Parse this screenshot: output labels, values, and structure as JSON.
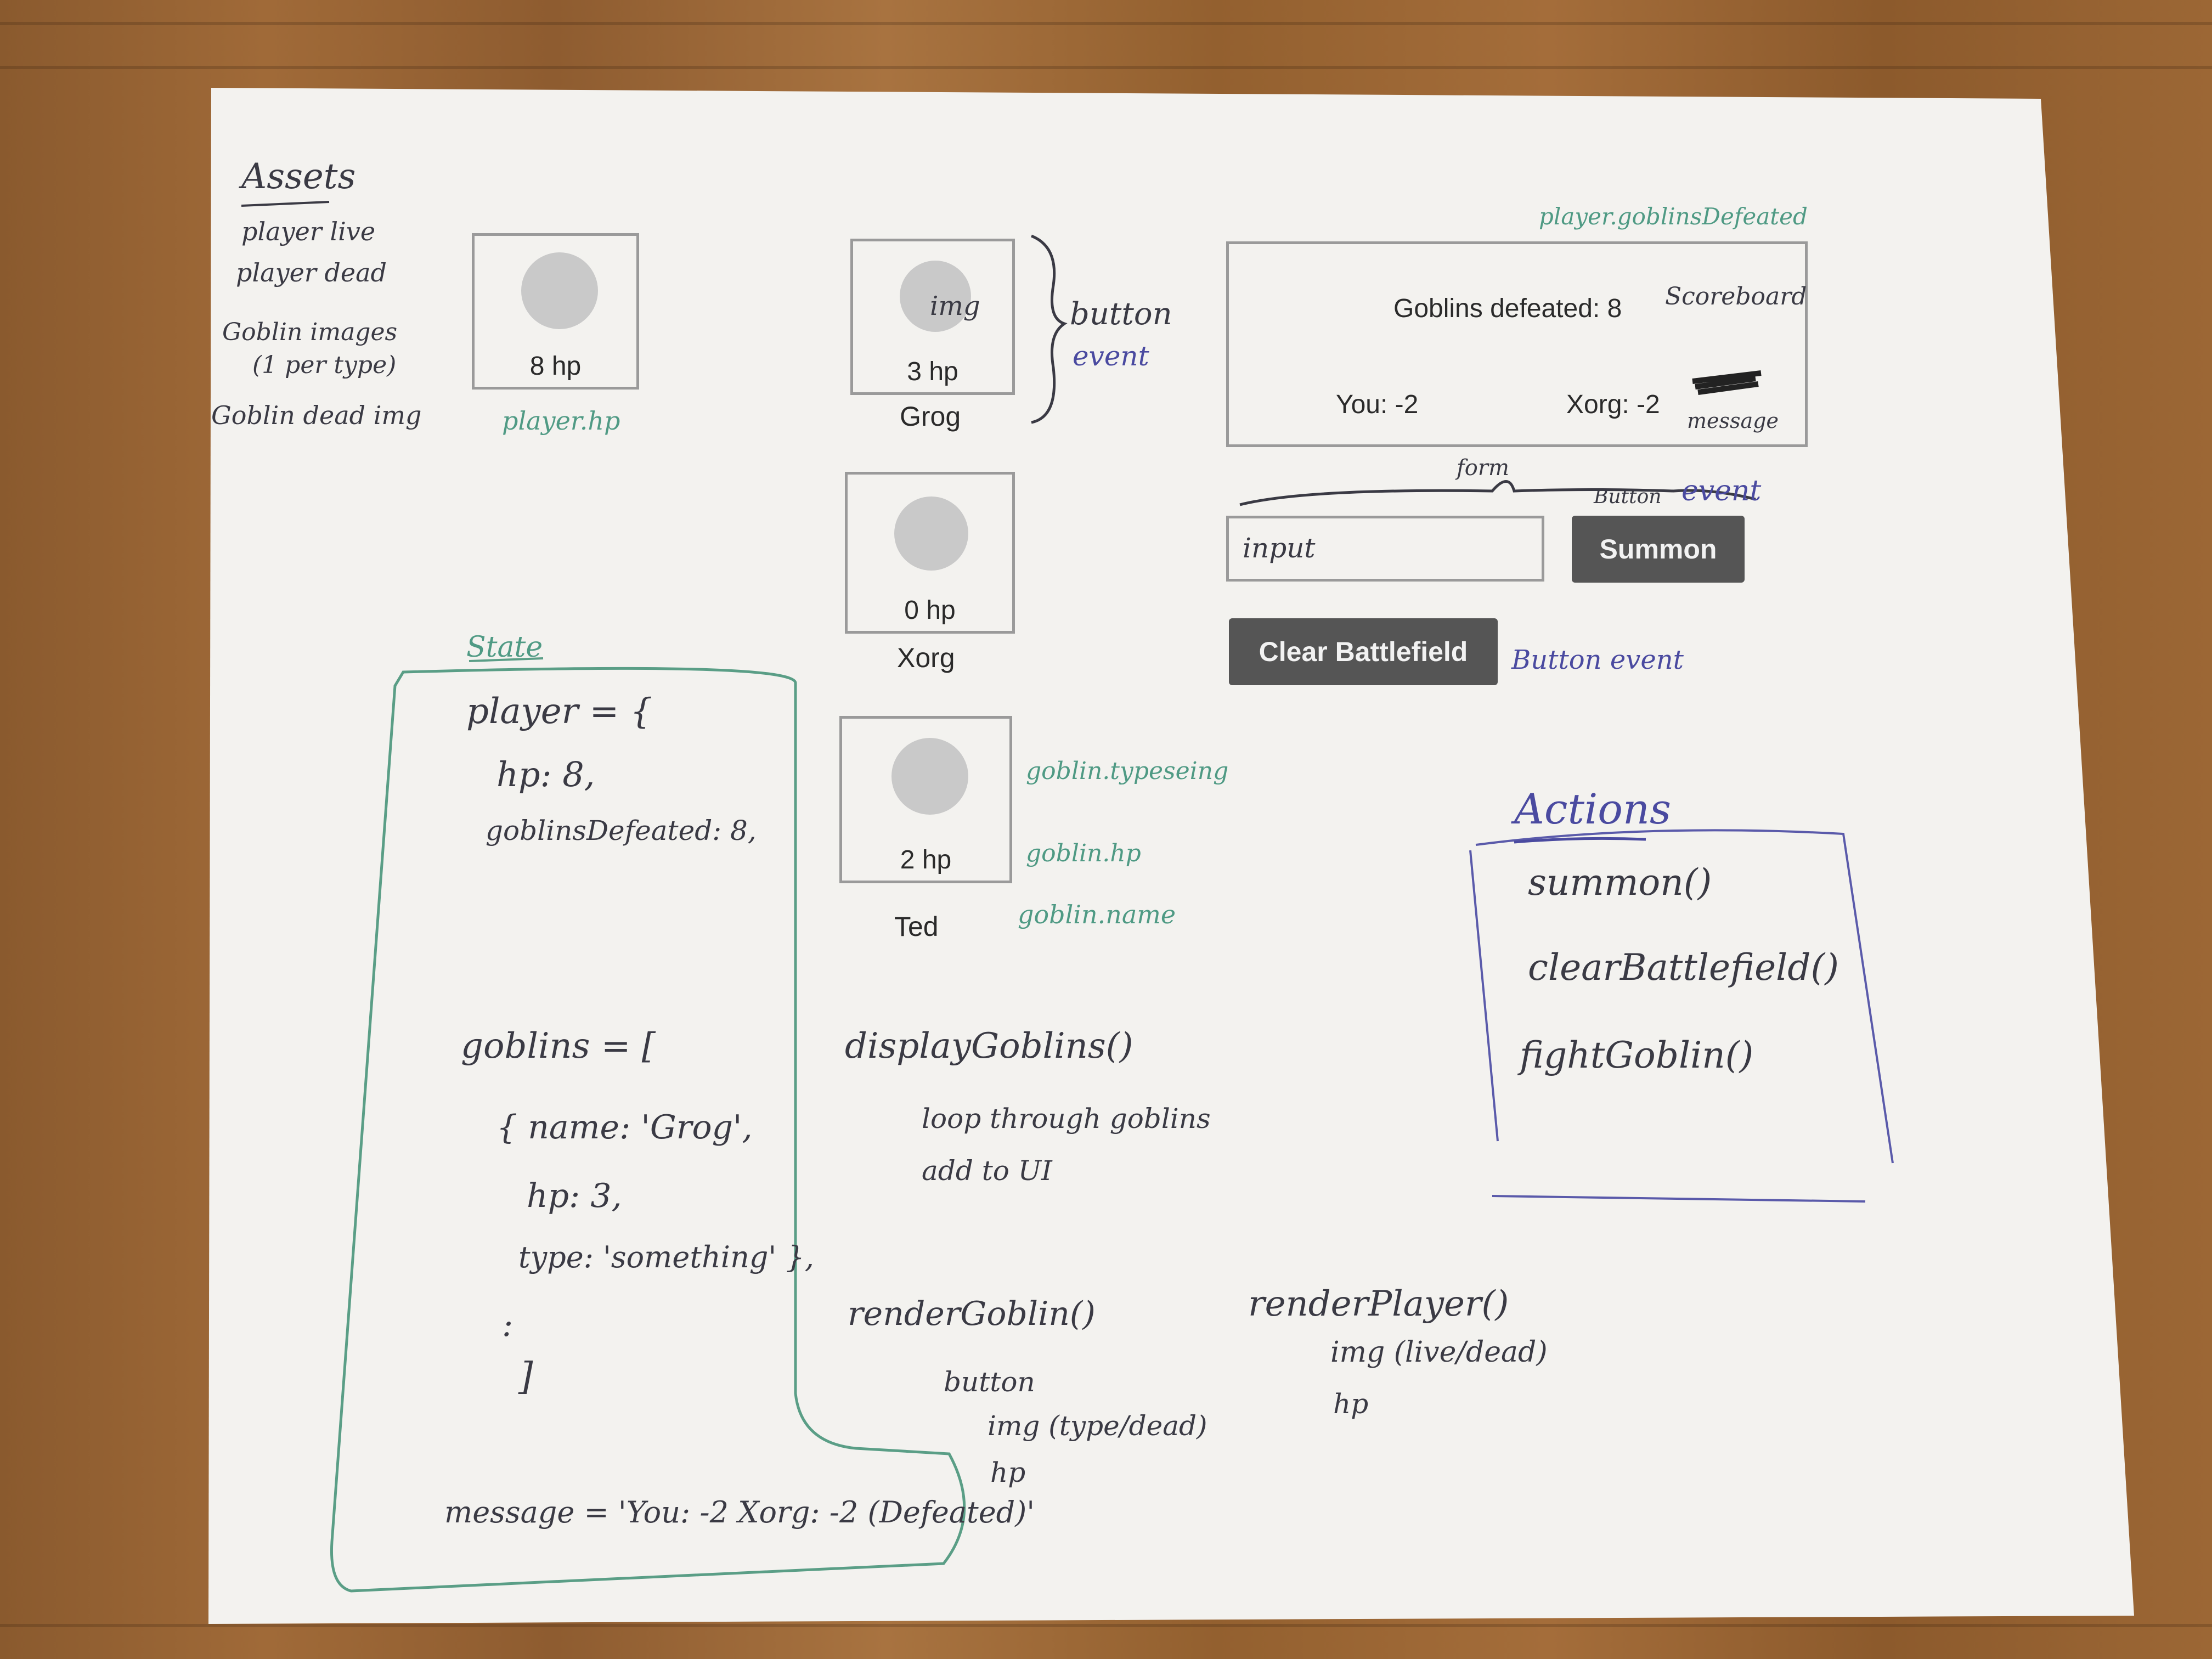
{
  "assets": {
    "title": "Assets",
    "items": [
      "player live",
      "player dead",
      "Goblin images",
      "(1 per type)",
      "Goblin dead img"
    ]
  },
  "player_card": {
    "hp": "8 hp",
    "note": "player.hp"
  },
  "goblins": [
    {
      "hp": "3 hp",
      "name": "Grog",
      "img_label": "img"
    },
    {
      "hp": "0 hp",
      "name": "Xorg"
    },
    {
      "hp": "2 hp",
      "name": "Ted"
    }
  ],
  "annotations": {
    "button": "button",
    "event": "event",
    "goblin_type": "goblin.typeseing",
    "goblin_hp": "goblin.hp",
    "goblin_name": "goblin.name",
    "scoreboard_ref": "player.goblinsDefeated",
    "scoreboard": "Scoreboard",
    "message": "message",
    "form": "form",
    "button_event": "Button event",
    "button_small": "Button",
    "clear_button_event": "Button event"
  },
  "scoreboard": {
    "goblins_defeated": "Goblins defeated: 8",
    "you": "You: -2",
    "xorg": "Xorg: -2"
  },
  "form": {
    "input_placeholder": "input",
    "summon_label": "Summon",
    "clear_label": "Clear Battlefield"
  },
  "state": {
    "title": "State",
    "lines": [
      "player = {",
      "hp: 8,",
      "goblinsDefeated: 8,",
      "goblins = [",
      "{ name: 'Grog',",
      "hp: 3,",
      "type: 'something' },",
      ":",
      "]",
      "message = 'You: -2  Xorg: -2 (Defeated)'"
    ]
  },
  "functions": {
    "display_goblins": [
      "displayGoblins()",
      "loop through goblins",
      "add to UI"
    ],
    "render_goblin": [
      "renderGoblin()",
      "button",
      "img (type/dead)",
      "hp"
    ],
    "render_player": [
      "renderPlayer()",
      "img (live/dead)",
      "hp"
    ]
  },
  "actions": {
    "title": "Actions",
    "items": [
      "summon()",
      "clearBattlefield()",
      "fightGoblin()"
    ]
  }
}
